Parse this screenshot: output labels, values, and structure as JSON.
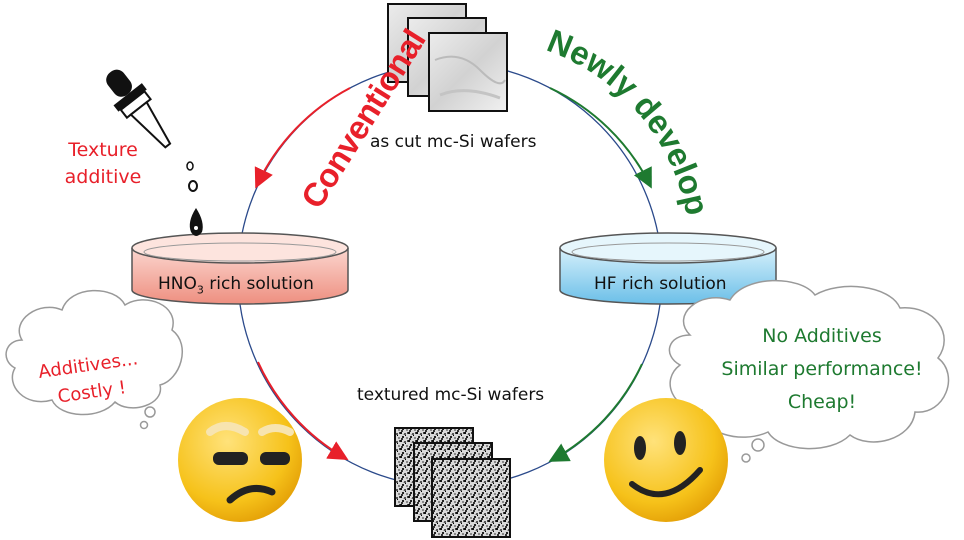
{
  "labels": {
    "top_wafers": "as cut mc-Si wafers",
    "bottom_wafers": "textured mc-Si wafers",
    "left_dish_main": "HNO",
    "left_dish_sub": "3",
    "left_dish_rest": " rich solution",
    "right_dish": "HF rich solution",
    "texture_additive": "Texture additive",
    "conventional": "Conventional",
    "newly_developed": "Newly developed"
  },
  "bubbles": {
    "left": [
      "Additives...",
      "Costly !"
    ],
    "right": [
      "No Additives",
      "Similar performance!",
      "Cheap!"
    ]
  },
  "colors": {
    "conventional": "#e8202a",
    "newly_developed": "#1e7a30",
    "cycle": "#2b4a8b",
    "acid_dish": "#f2a59a",
    "hf_dish": "#8ccfee",
    "emoji": "#f6c21a"
  },
  "icons": [
    "dropper-icon",
    "wafer-stack-icon",
    "petri-dish-icon",
    "smirk-emoji-icon",
    "smile-emoji-icon",
    "thought-cloud-icon"
  ]
}
